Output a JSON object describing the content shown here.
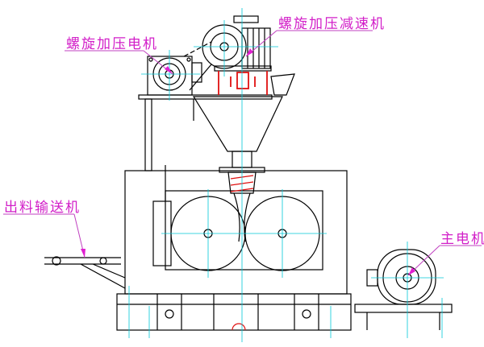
{
  "labels": {
    "screw_motor": "螺旋加压电机",
    "screw_reducer": "螺旋加压减速机",
    "discharge_conveyor": "出料输送机",
    "main_motor": "主电机"
  },
  "colors": {
    "label": "#d21ec8",
    "centerline": "#00c8d8",
    "line": "#000000",
    "accent": "#e01010"
  }
}
